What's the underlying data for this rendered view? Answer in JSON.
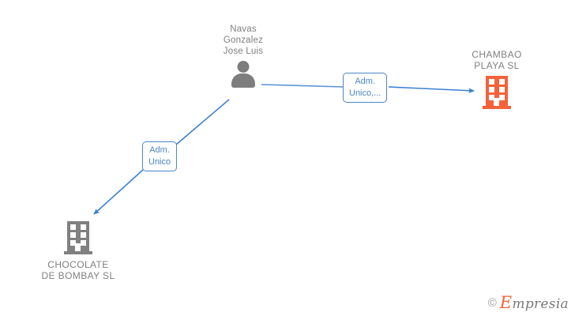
{
  "graph": {
    "background_color": "#ffffff",
    "edge_color": "#4a86c8",
    "nodes": [
      {
        "id": "person",
        "type": "person",
        "icon": "person-icon",
        "label": "Navas\nGonzalez\nJose Luis",
        "color": "#7d7d7d"
      },
      {
        "id": "chambao",
        "type": "company",
        "icon": "building-icon",
        "label": "CHAMBAO\nPLAYA  SL",
        "color": "#f4623a"
      },
      {
        "id": "chocolate",
        "type": "company",
        "icon": "building-icon",
        "label": "CHOCOLATE\nDE BOMBAY SL",
        "color": "#808080"
      }
    ],
    "edges": [
      {
        "id": "edge-person-chambao",
        "from": "person",
        "to": "chambao",
        "label": "Adm.\nUnico,...",
        "arrow": "right"
      },
      {
        "id": "edge-person-chocolate",
        "from": "person",
        "to": "chocolate",
        "label": "Adm.\nUnico",
        "arrow": "down-left"
      }
    ]
  },
  "watermark": {
    "copyright": "©",
    "brand_initial": "E",
    "brand_rest": "mpresia"
  }
}
